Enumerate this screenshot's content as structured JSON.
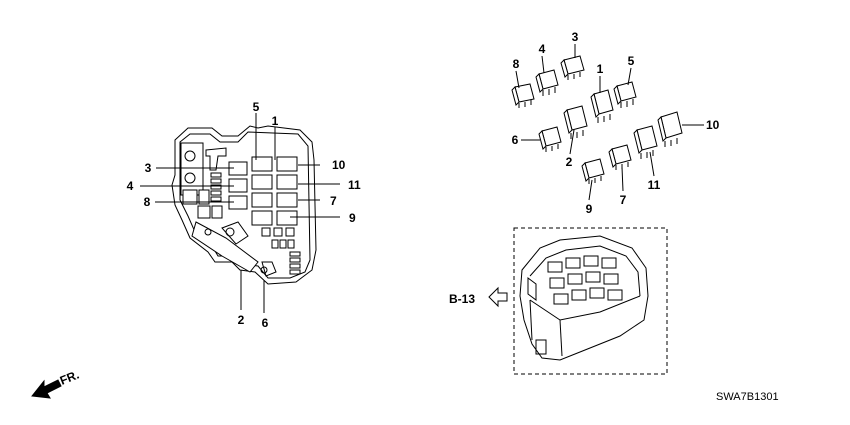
{
  "diagram": {
    "reference_code": "SWA7B1301",
    "cross_reference": "B-13",
    "front_indicator": "FR.",
    "box_callouts": [
      {
        "id": "c5",
        "label": "5"
      },
      {
        "id": "c1",
        "label": "1"
      },
      {
        "id": "c3",
        "label": "3"
      },
      {
        "id": "c10",
        "label": "10"
      },
      {
        "id": "c4",
        "label": "4"
      },
      {
        "id": "c11",
        "label": "11"
      },
      {
        "id": "c8",
        "label": "8"
      },
      {
        "id": "c7",
        "label": "7"
      },
      {
        "id": "c9",
        "label": "9"
      },
      {
        "id": "c2",
        "label": "2"
      },
      {
        "id": "c6",
        "label": "6"
      }
    ],
    "relay_callouts": [
      {
        "id": "r3",
        "label": "3"
      },
      {
        "id": "r4",
        "label": "4"
      },
      {
        "id": "r8",
        "label": "8"
      },
      {
        "id": "r1",
        "label": "1"
      },
      {
        "id": "r5",
        "label": "5"
      },
      {
        "id": "r10",
        "label": "10"
      },
      {
        "id": "r6",
        "label": "6"
      },
      {
        "id": "r2",
        "label": "2"
      },
      {
        "id": "r11",
        "label": "11"
      },
      {
        "id": "r7",
        "label": "7"
      },
      {
        "id": "r9",
        "label": "9"
      }
    ]
  }
}
